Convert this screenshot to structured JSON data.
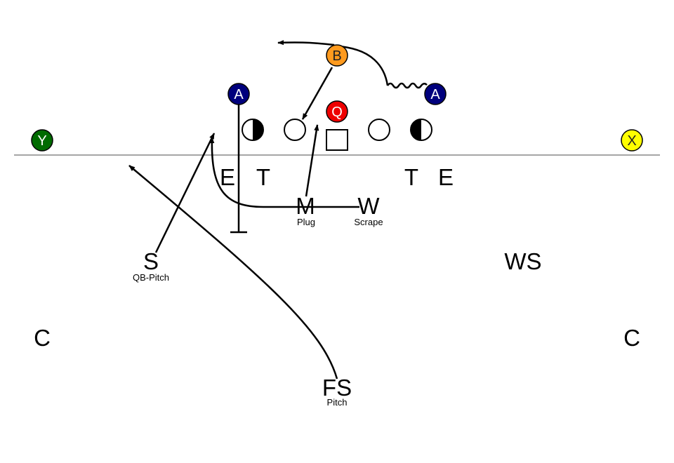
{
  "colors": {
    "a_player": "#00007d",
    "b_player": "#ff9a1e",
    "q_player": "#ee0000",
    "y_player": "#006b00",
    "x_player": "#ffff00"
  },
  "offense": {
    "y": "Y",
    "x": "X",
    "a_left": "A",
    "a_right": "A",
    "b": "B",
    "q": "Q"
  },
  "defense": {
    "e_left": "E",
    "t_left": "T",
    "t_right": "T",
    "e_right": "E",
    "m": "M",
    "m_note": "Plug",
    "w": "W",
    "w_note": "Scrape",
    "s": "S",
    "s_note": "QB-Pitch",
    "ws": "WS",
    "c_left": "C",
    "c_right": "C",
    "fs": "FS",
    "fs_note": "Pitch"
  }
}
